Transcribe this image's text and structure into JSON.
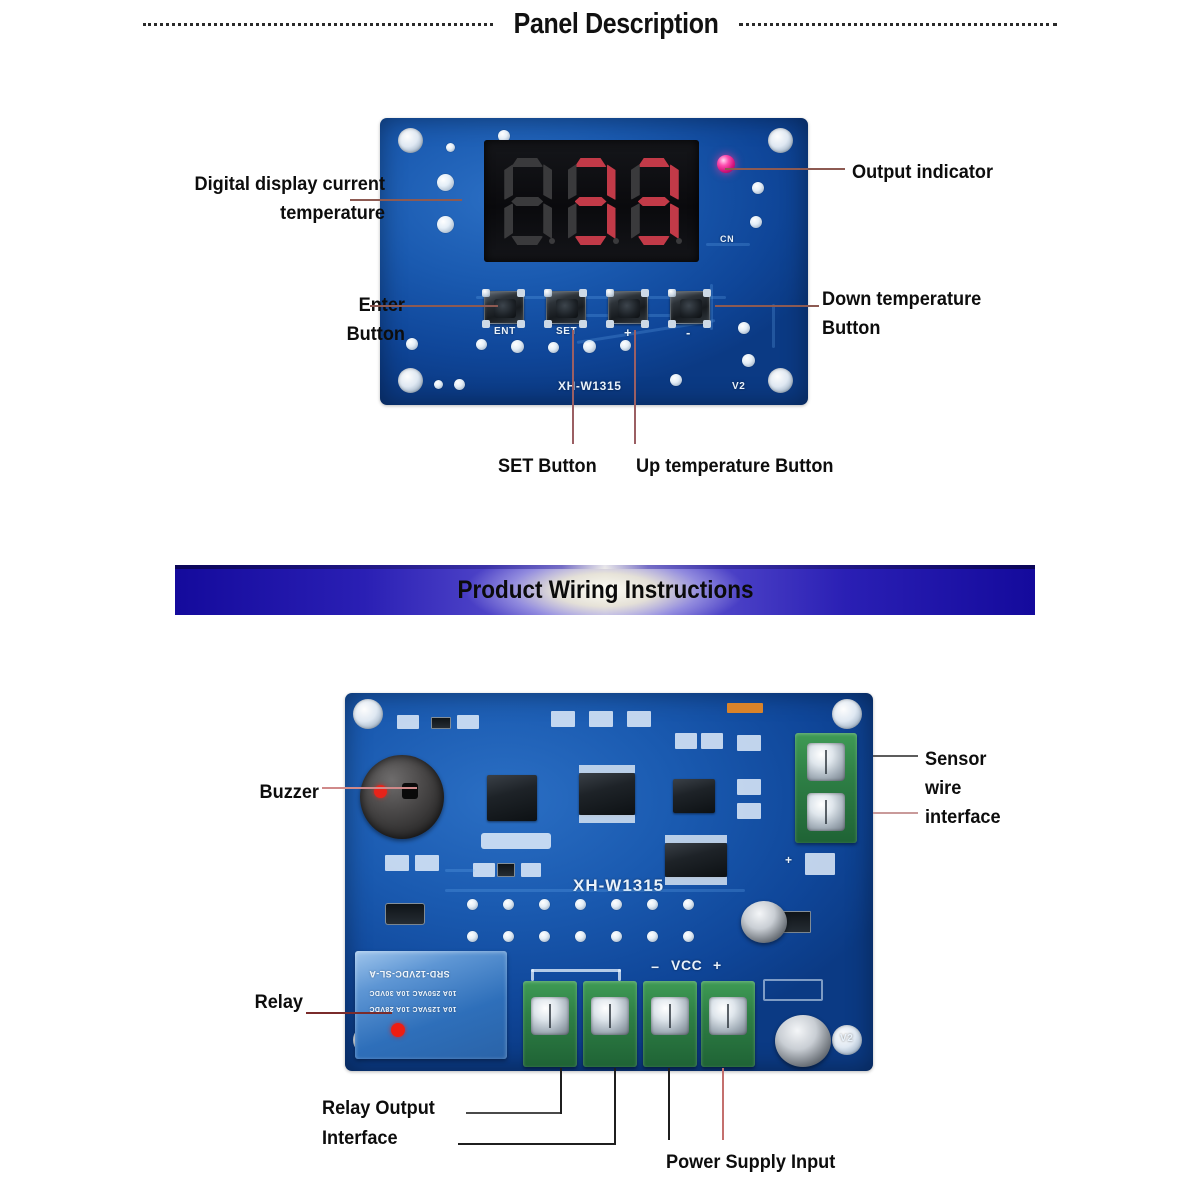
{
  "sections": {
    "panel": {
      "title": "Panel Description",
      "board_silkscreen": "XH-W1315",
      "button_silk": {
        "ent": "ENT",
        "set": "SET",
        "up": "+",
        "down": "-"
      },
      "display": {
        "digits": [
          "8",
          "3",
          "3"
        ],
        "lit": [
          false,
          true,
          true
        ]
      },
      "callouts": [
        {
          "name": "digital-display-current-temperature",
          "text": "Digital display current\ntemperature"
        },
        {
          "name": "output-indicator",
          "text": "Output indicator"
        },
        {
          "name": "enter-button",
          "text": "Enter\nButton"
        },
        {
          "name": "down-temperature-button",
          "text": "Down temperature\nButton"
        },
        {
          "name": "set-button",
          "text": "SET Button"
        },
        {
          "name": "up-temperature-button",
          "text": "Up temperature Button"
        }
      ]
    },
    "wiring": {
      "title": "Product Wiring Instructions",
      "board_silkscreen": "XH-W1315",
      "relay_marking_1": "SRD-12VDC-SL-A",
      "relay_marking_2": "10A 250VAC   10A 30VDC",
      "relay_marking_3": "10A 125VAC   10A 28VDC",
      "power_silk": {
        "minus": "−",
        "vcc": "VCC",
        "plus": "+"
      },
      "callouts": [
        {
          "name": "buzzer",
          "text": "Buzzer"
        },
        {
          "name": "sensor-wire-interface",
          "text": "Sensor\nwire\ninterface"
        },
        {
          "name": "relay",
          "text": "Relay"
        },
        {
          "name": "relay-output-interface",
          "text": "Relay Output\nInterface"
        },
        {
          "name": "power-supply-input",
          "text": "Power Supply Input"
        }
      ]
    }
  },
  "colors": {
    "pcb_blue": "#15509e",
    "banner_blue": "#140a9c",
    "led_magenta": "#ff4fb0",
    "indicator_red": "#e8231a",
    "seg_red": "#c23a48",
    "seg_off": "#3a3a3c",
    "terminal_green": "#2e7f45",
    "leader_pink": "#c77a7a",
    "leader_dark": "#3a3a3a",
    "text_black": "#0d0d0d"
  }
}
